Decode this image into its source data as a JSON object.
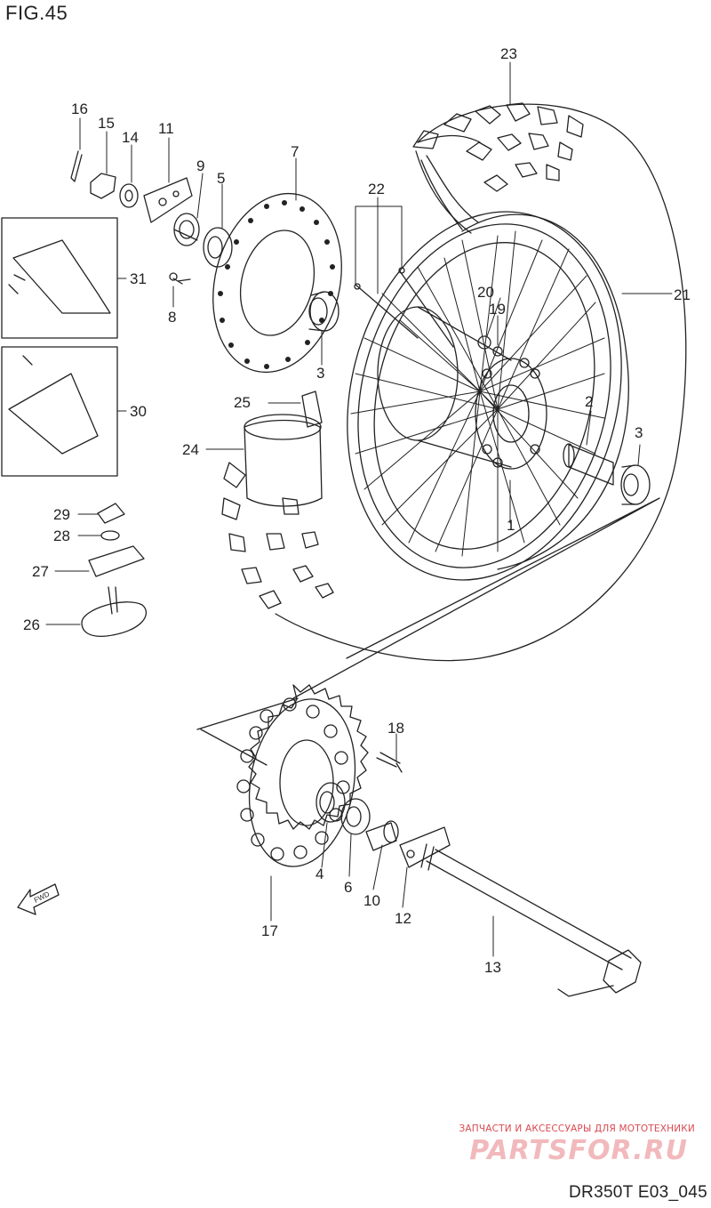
{
  "figure": {
    "title": "FIG.45",
    "ref_code": "DR350T  E03_045"
  },
  "direction_arrow": {
    "label": "FWD",
    "icon": "fwd-arrow-icon"
  },
  "watermark": {
    "caption": "ЗАПЧАСТИ И АКСЕССУАРЫ ДЛЯ МОТОТЕХНИКИ",
    "logo_text": "PARTSFOR.RU"
  },
  "callouts": [
    "1",
    "2",
    "3",
    "3",
    "4",
    "5",
    "6",
    "7",
    "8",
    "9",
    "10",
    "11",
    "12",
    "13",
    "14",
    "15",
    "16",
    "17",
    "18",
    "19",
    "20",
    "21",
    "22",
    "23",
    "24",
    "25",
    "26",
    "27",
    "28",
    "29",
    "30",
    "31"
  ]
}
